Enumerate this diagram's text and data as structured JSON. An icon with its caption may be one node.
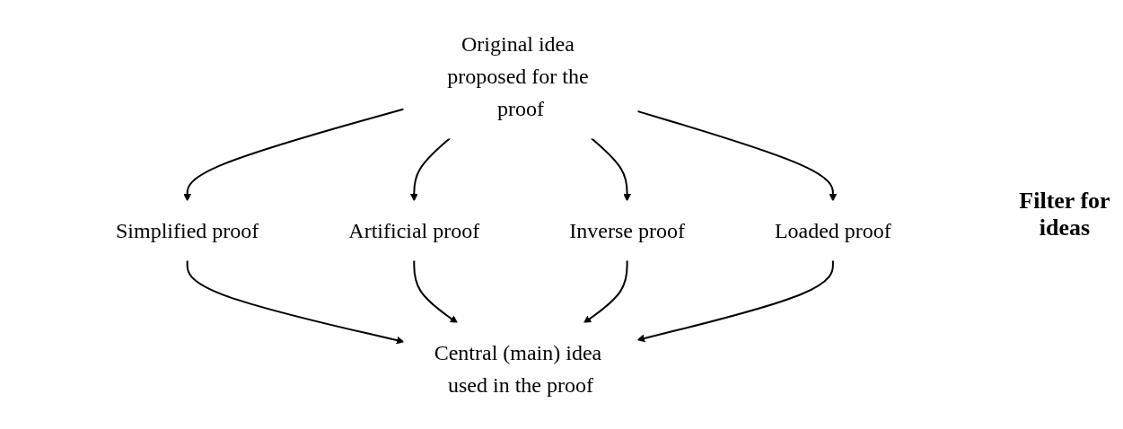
{
  "diagram": {
    "nodes": [
      {
        "text": [
          "Original idea proposed for the proof"
        ]
      },
      {
        "text": [
          "Simplified proof"
        ]
      },
      {
        "text": [
          "Artificial proof"
        ]
      },
      {
        "text": [
          "Inverse proof"
        ]
      },
      {
        "text": [
          "Loaded proof"
        ]
      },
      {
        "text": [
          "Central (main) idea used in the proof"
        ]
      }
    ],
    "edges": [
      {
        "from": 0,
        "to": 1,
        "arrow": "to"
      },
      {
        "from": 0,
        "to": 2,
        "arrow": "to"
      },
      {
        "from": 0,
        "to": 3,
        "arrow": "to"
      },
      {
        "from": 0,
        "to": 4,
        "arrow": "to"
      },
      {
        "from": 1,
        "to": 5,
        "arrow": "to"
      },
      {
        "from": 2,
        "to": 5,
        "arrow": "to"
      },
      {
        "from": 3,
        "to": 5,
        "arrow": "to"
      },
      {
        "from": 4,
        "to": 5,
        "arrow": "to"
      }
    ],
    "labels": [
      "Filter for ideas"
    ]
  }
}
